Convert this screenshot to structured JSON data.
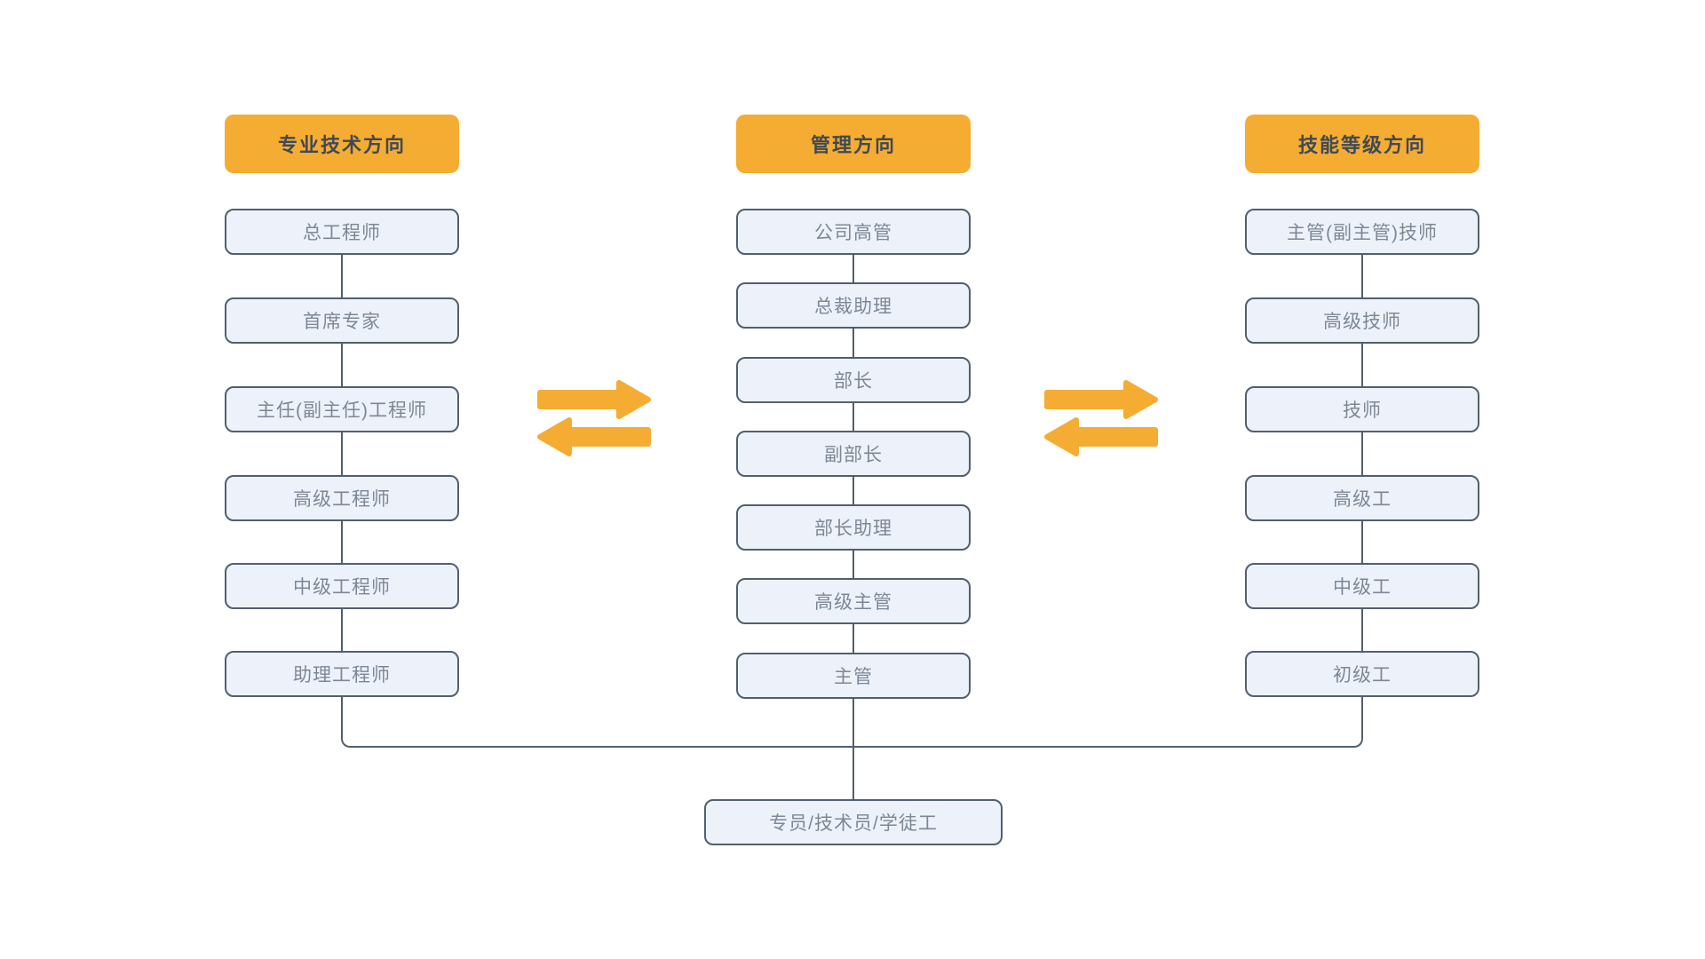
{
  "diagram": {
    "kind": "career-path-flowchart",
    "columns": [
      {
        "header": "专业技术方向",
        "items": [
          "总工程师",
          "首席专家",
          "主任(副主任)工程师",
          "高级工程师",
          "中级工程师",
          "助理工程师"
        ]
      },
      {
        "header": "管理方向",
        "items": [
          "公司高管",
          "总裁助理",
          "部长",
          "副部长",
          "部长助理",
          "高级主管",
          "主管"
        ]
      },
      {
        "header": "技能等级方向",
        "items": [
          "主管(副主管)技师",
          "高级技师",
          "技师",
          "高级工",
          "中级工",
          "初级工"
        ]
      }
    ],
    "bottom_box": {
      "label": "专员/技术员/学徒工"
    },
    "arrows": {
      "meaning": "bidirectional-transfer-between-tracks"
    },
    "colors": {
      "accent_orange": "#F5AC33",
      "node_fill": "#EDF2FA",
      "node_border": "#525F6D",
      "node_text": "#7D8795",
      "header_text": "#3E4956",
      "connector_line": "#525F6D",
      "background": "#FFFFFF"
    }
  }
}
